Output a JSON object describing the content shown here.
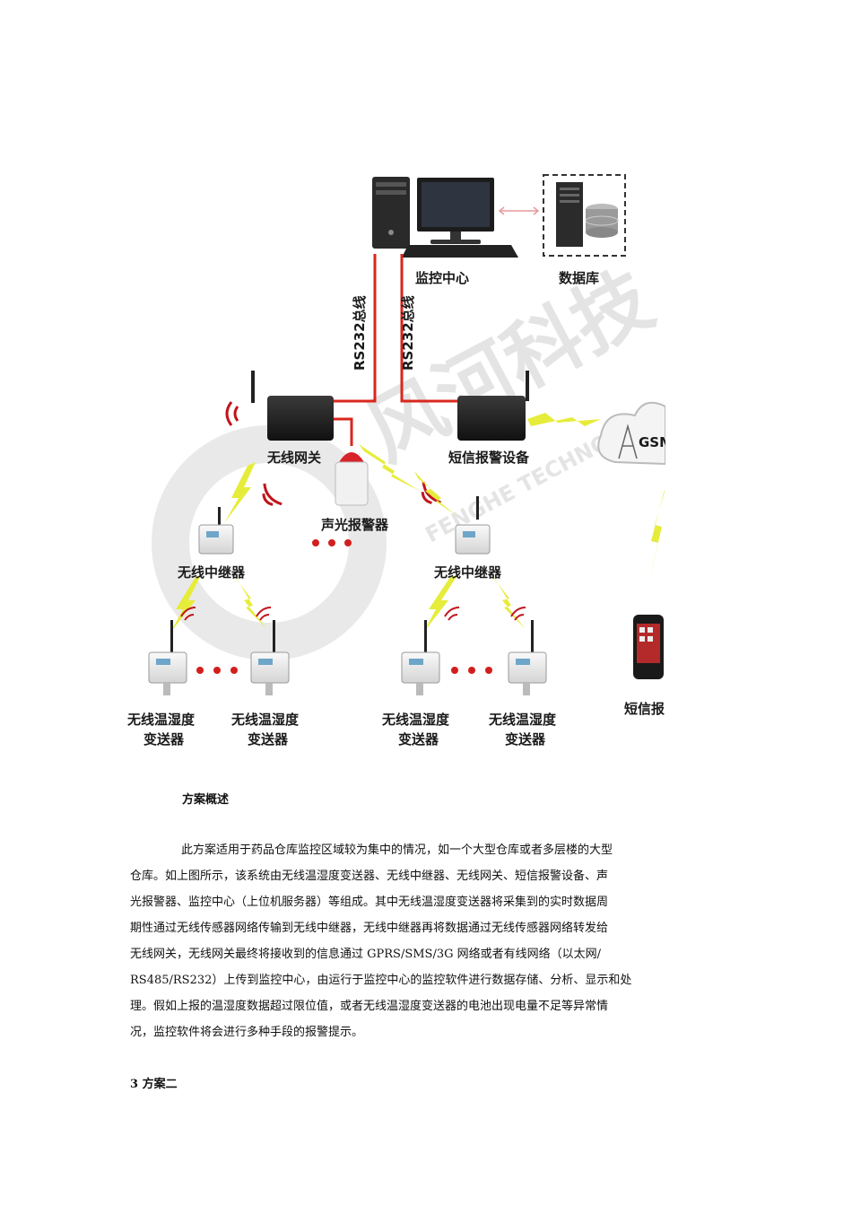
{
  "diagram": {
    "labels": {
      "monitor_center": "监控中心",
      "database": "数据库",
      "rs232_left": "RS232总线",
      "rs232_right": "RS232总线",
      "wireless_gateway": "无线网关",
      "sms_alarm_device": "短信报警设备",
      "sound_light_alarm": "声光报警器",
      "repeater_left": "无线中继器",
      "repeater_right": "无线中继器",
      "sensor_1_line1": "无线温湿度",
      "sensor_1_line2": "变送器",
      "sensor_2_line1": "无线温湿度",
      "sensor_2_line2": "变送器",
      "sensor_3_line1": "无线温湿度",
      "sensor_3_line2": "变送器",
      "sensor_4_line1": "无线温湿度",
      "sensor_4_line2": "变送器",
      "gsm": "GSM",
      "sms_receiver": "短信报"
    },
    "watermark": {
      "cn": "风河科技",
      "en": "FENGHE TECHNOLOGY"
    },
    "colors": {
      "bus_line": "#d9261c",
      "wireless_bolt": "#e6ec3a",
      "signal": "#c0151c"
    }
  },
  "text": {
    "section_title": "方案概述",
    "paragraph_lines": [
      "此方案适用于药品仓库监控区域较为集中的情况，如一个大型仓库或者多层楼的大型",
      "仓库。如上图所示，该系统由无线温湿度变送器、无线中继器、无线网关、短信报警设备、声",
      "光报警器、监控中心（上位机服务器）等组成。其中无线温湿度变送器将采集到的实时数据周",
      "期性通过无线传感器网络传输到无线中继器，无线中继器再将数据通过无线传感器网络转发给",
      "无线网关，无线网关最终将接收到的信息通过 GPRS/SMS/3G 网络或者有线网络（以太网/",
      "RS485/RS232）上传到监控中心，由运行于监控中心的监控软件进行数据存储、分析、显示和处",
      "理。假如上报的温湿度数据超过限位值，或者无线温湿度变送器的电池出现电量不足等异常情",
      "况，监控软件将会进行多种手段的报警提示。"
    ],
    "heading_3": "3 方案二"
  }
}
